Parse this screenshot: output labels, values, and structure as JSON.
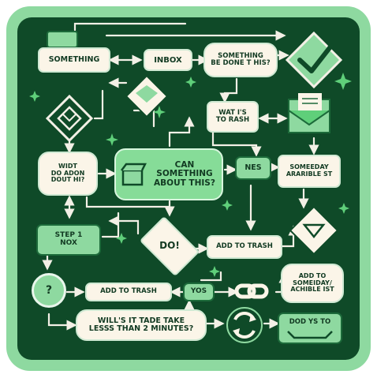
{
  "nodes": {
    "something": "SOMETHING",
    "inbox": "INBOX",
    "something_be_done": "SOMETHING\nBE DONE T HIS?",
    "what_is_to_rash": "WAT I'S\nTO RASH",
    "widt_do_adon": "WIDT\nDO ADON\nDOUT HI?",
    "can_something": "CAN\nSOMETHING\nABOUT THIS?",
    "nes": "NES",
    "someday_list": "SOMEEDAY\nARARIBLE ST",
    "step_1_nox": "STEP 1\nNOX",
    "do": "DO!",
    "add_to_trash_right": "ADD TO TRASH",
    "add_to_someday": "ADD TO\nSOMEIDAY/\nACHIBLE IST",
    "question_mark": "?",
    "add_to_trash_left": "ADD TO TRASH",
    "yos": "YOS",
    "two_minutes": "WILL'S IT TADE TAKE\nLESSS THAN 2 MINUTES?",
    "dod_ys_to": "DOD YS TO"
  },
  "colors": {
    "board": "#0f4a28",
    "frame": "#8ed9a0",
    "cream": "#fbf5e8",
    "mint": "#8ed9a0",
    "line": "#f3f0e6",
    "accent": "#5fcf7a"
  },
  "icons": [
    "checkmark-diamond-icon",
    "diamond-icon",
    "envelope-icon",
    "open-box-icon",
    "chain-link-icon",
    "recycle-icon",
    "tray-icon",
    "sparkle-icon"
  ]
}
